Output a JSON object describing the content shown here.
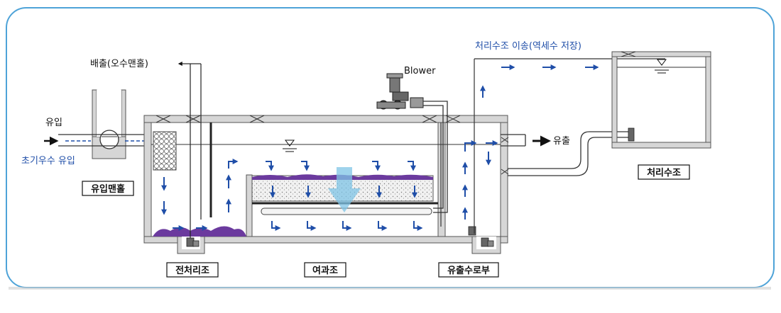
{
  "labels": {
    "discharge": "배출(오수맨홀)",
    "blower": "Blower",
    "inflow": "유입",
    "initial_rain_inflow": "초기우수 유입",
    "outflow": "유출",
    "transfer_to_treated_tank": "처리수조 이송(역세수 저장)"
  },
  "units": {
    "inflow_manhole": "유입맨홀",
    "pretreatment_tank": "전처리조",
    "filter_tank": "여과조",
    "outflow_pump_section": "유출수로부",
    "treated_water_tank": "처리수조"
  },
  "colors": {
    "frame_border": "#4ea3d8",
    "structure": "#555555",
    "wall_fill": "#d6d6d6",
    "flow_arrow": "#1f4ea8",
    "sludge": "#6b3a9e",
    "media": "#eeeeee",
    "backwash_arrow": "#7fc4e6",
    "blue_text": "#1f4ea8"
  }
}
